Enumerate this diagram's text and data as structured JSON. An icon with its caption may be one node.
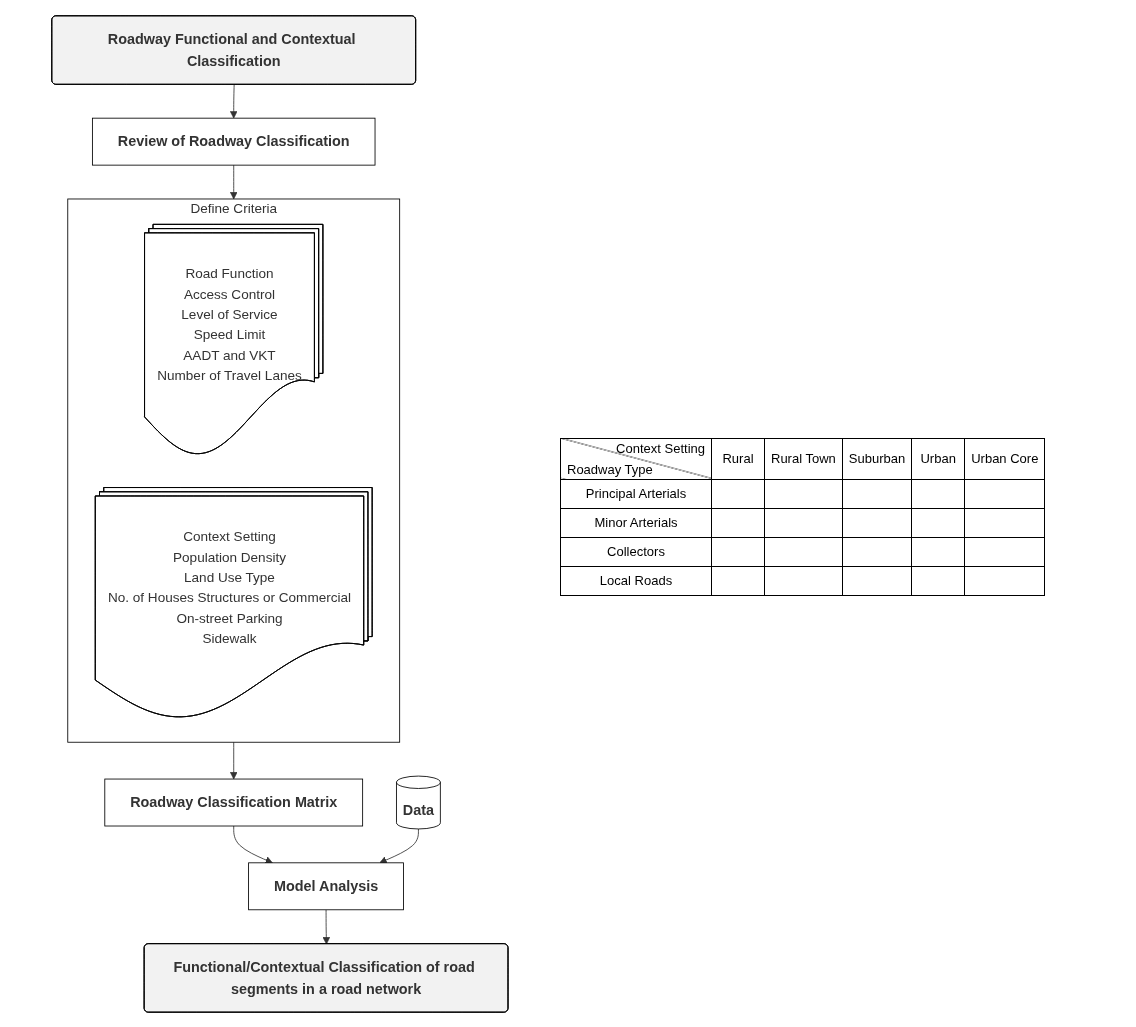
{
  "diagram": {
    "nodes": [
      {
        "text": [
          "Roadway Functional and Contextual Classification"
        ]
      },
      {
        "text": [
          "Review of Roadway Classification"
        ]
      },
      {
        "text": [
          "Define Criteria"
        ]
      },
      {
        "text": [
          "Road Function",
          "Access Control",
          "Level of Service",
          "Speed Limit",
          "AADT and VKT",
          "Number of Travel Lanes"
        ],
        "in": 2
      },
      {
        "text": [
          "Context Setting",
          "Population Density",
          "Land Use Type",
          "No. of Houses Structures or Commercial",
          "On-street Parking",
          "Sidewalk"
        ],
        "in": 2
      },
      {
        "text": [
          "Roadway Classification Matrix"
        ]
      },
      {
        "text": [
          "Data"
        ]
      },
      {
        "text": [
          "Model Analysis"
        ]
      },
      {
        "text": [
          "Functional/Contextual Classification of road segments in a road network"
        ]
      }
    ],
    "edges": [
      {
        "from": 0,
        "to": 1,
        "arrow": "to"
      },
      {
        "from": 1,
        "to": 2,
        "arrow": "to"
      },
      {
        "from": 2,
        "to": 5,
        "arrow": "to"
      },
      {
        "from": 5,
        "to": 7,
        "arrow": "to"
      },
      {
        "from": 6,
        "to": 7,
        "arrow": "to"
      },
      {
        "from": 7,
        "to": 8,
        "arrow": "to"
      }
    ],
    "labels": [
      "Context Setting",
      "Roadway Type",
      "Rural",
      "Rural Town",
      "Suburban",
      "Urban",
      "Urban Core",
      "Principal Arterials",
      "Minor Arterials",
      "Collectors",
      "Local Roads"
    ]
  }
}
